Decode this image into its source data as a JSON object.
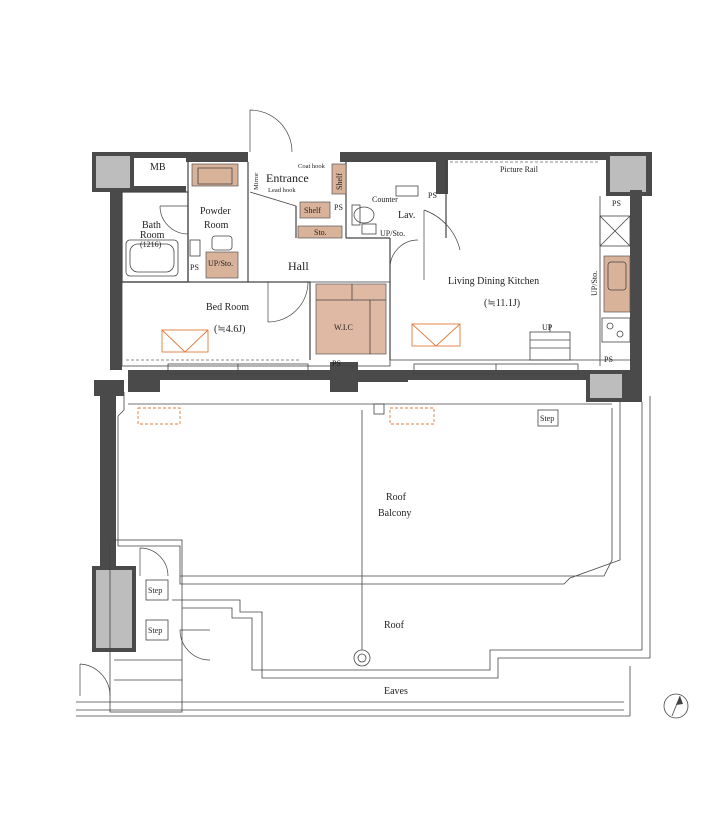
{
  "rooms": {
    "mb": "MB",
    "entrance": "Entrance",
    "coat_hook": "Coat hook",
    "lead_hook": "Lead hook",
    "mirror": "Mirror",
    "shelf_entrance": "Shelf",
    "shelf_vertical": "Shelf",
    "sto_hall": "Sto.",
    "hall": "Hall",
    "powder_room_1": "Powder",
    "powder_room_2": "Room",
    "bath_1": "Bath",
    "bath_2": "Room",
    "bath_3": "(1216)",
    "ps_bath": "PS",
    "ps_entrance": "PS",
    "ps_top": "PS",
    "ps_right": "PS",
    "ps_bottom_right": "PS",
    "ps_bedroom": "PS",
    "up_sto_powder": "UP/Sto.",
    "counter": "Counter",
    "lav": "Lav.",
    "up_sto_lav": "UP/Sto.",
    "picture_rail": "Picture Rail",
    "ldk": "Living Dining Kitchen",
    "ldk_size": "(≒11.1J)",
    "up_ldk": "UP",
    "up_sto_kitchen": "UP/Sto.",
    "bed_room": "Bed Room",
    "bed_size": "(≒4.6J)",
    "wic": "W.I.C",
    "step_1": "Step",
    "step_2": "Step",
    "step_3": "Step",
    "roof_balcony_1": "Roof",
    "roof_balcony_2": "Balcony",
    "roof": "Roof",
    "eaves": "Eaves"
  },
  "icons": {
    "compass": "north-arrow-icon",
    "drain": "roof-drain-icon",
    "stove": "stove-icon",
    "sink": "sink-icon",
    "toilet": "toilet-icon"
  },
  "colors": {
    "wall": "#4a4a4a",
    "furniture": "#d9b29a",
    "ac_outline": "#e07a3c"
  }
}
